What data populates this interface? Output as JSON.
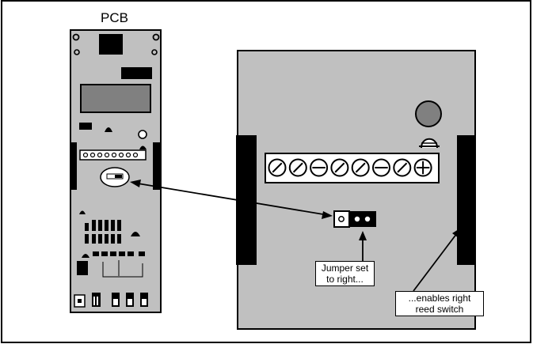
{
  "diagram": {
    "pcb_title": "PCB",
    "jumper_callout": [
      "Jumper set",
      "to right..."
    ],
    "reed_callout": [
      "...enables right",
      "reed switch"
    ]
  },
  "colors": {
    "board_fill": "#c0c0c0",
    "dark_gray": "#808080",
    "black": "#000000",
    "white": "#ffffff"
  },
  "terminal_screws": [
    "slash",
    "slash",
    "minus",
    "slash",
    "slash",
    "minus",
    "slash",
    "plus"
  ]
}
